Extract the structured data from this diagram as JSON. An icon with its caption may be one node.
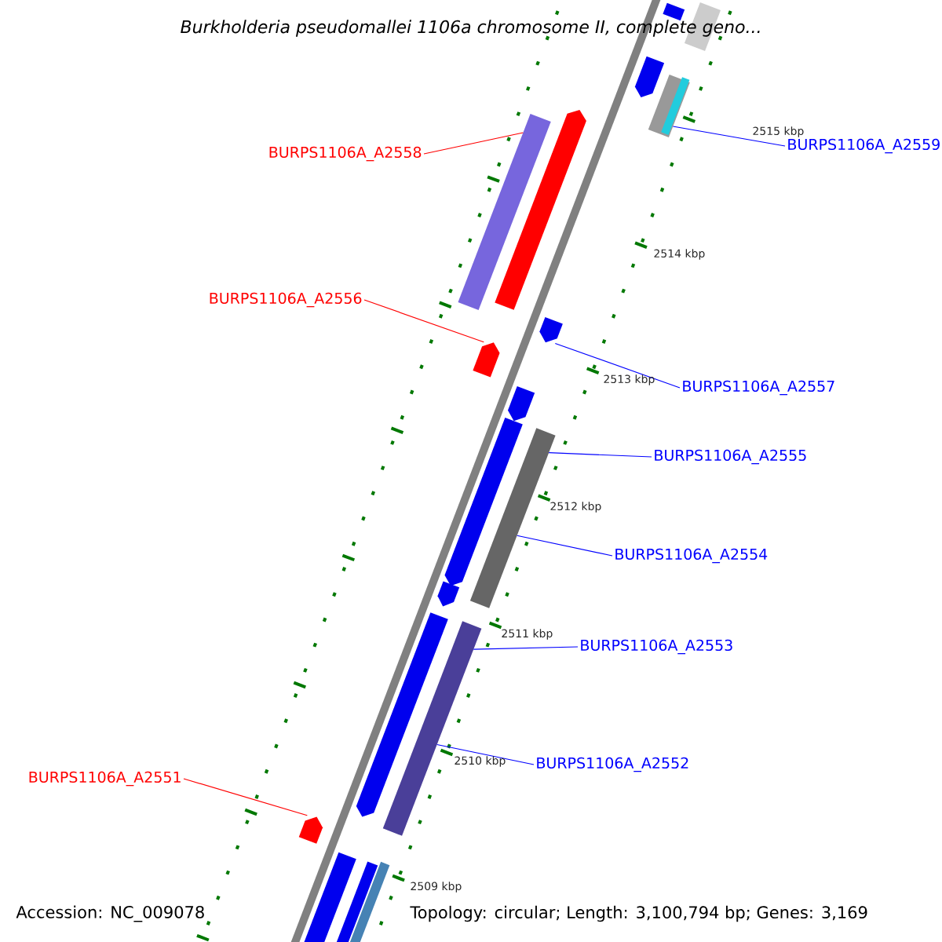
{
  "diagram": {
    "title": "Burkholderia pseudomallei 1106a chromosome II, complete geno...",
    "nodes": [
      {
        "text": [
          "BURPS1106A_A2559"
        ]
      },
      {
        "text": [
          "BURPS1106A_A2558"
        ]
      },
      {
        "text": [
          "BURPS1106A_A2556"
        ]
      },
      {
        "text": [
          "BURPS1106A_A2557"
        ]
      },
      {
        "text": [
          "BURPS1106A_A2555"
        ]
      },
      {
        "text": [
          "BURPS1106A_A2554"
        ]
      },
      {
        "text": [
          "BURPS1106A_A2553"
        ]
      },
      {
        "text": [
          "BURPS1106A_A2552"
        ]
      },
      {
        "text": [
          "BURPS1106A_A2551"
        ]
      },
      {
        "text": [],
        "shape": "bar"
      },
      {
        "text": [],
        "shape": "bar"
      },
      {
        "text": [],
        "shape": "pentagon"
      },
      {
        "text": [],
        "shape": "bar"
      },
      {
        "text": [],
        "shape": "pentagon"
      },
      {
        "text": [],
        "shape": "bar"
      },
      {
        "text": [],
        "shape": "pentagon"
      },
      {
        "text": [],
        "shape": "pentagon"
      },
      {
        "text": [],
        "shape": "pentagon"
      },
      {
        "text": [],
        "shape": "pentagon"
      },
      {
        "text": [],
        "shape": "bar"
      },
      {
        "text": [],
        "shape": "pentagon"
      },
      {
        "text": [],
        "shape": "pentagon"
      },
      {
        "text": [],
        "shape": "bar"
      },
      {
        "text": [],
        "shape": "pentagon"
      },
      {
        "text": [],
        "shape": "bar"
      },
      {
        "text": [],
        "shape": "bar"
      },
      {
        "text": [],
        "shape": "bar"
      }
    ],
    "edges": [
      {
        "from": 0,
        "to": 12,
        "arrow": "none"
      },
      {
        "from": 1,
        "to": 14,
        "arrow": "none",
        "color": "#ff0000"
      },
      {
        "from": 2,
        "to": 16,
        "arrow": "none",
        "color": "#ff0000"
      },
      {
        "from": 3,
        "to": 15,
        "arrow": "none"
      },
      {
        "from": 4,
        "to": 19,
        "arrow": "none"
      },
      {
        "from": 5,
        "to": 19,
        "arrow": "none"
      },
      {
        "from": 6,
        "to": 22,
        "arrow": "none"
      },
      {
        "from": 7,
        "to": 22,
        "arrow": "none"
      },
      {
        "from": 8,
        "to": 23,
        "arrow": "none",
        "color": "#ff0000"
      }
    ],
    "labels": [
      "2515 kbp",
      "2514 kbp",
      "2513 kbp",
      "2512 kbp",
      "2511 kbp",
      "2510 kbp",
      "2509 kbp",
      "Accession: NC_009078",
      "Topology: circular; Length: 3,100,794 bp; Genes: 3,169"
    ]
  }
}
